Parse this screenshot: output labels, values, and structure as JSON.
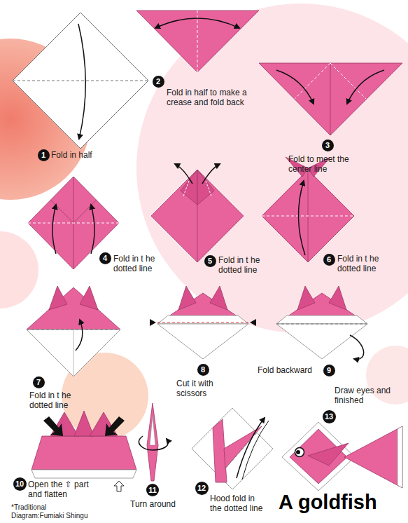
{
  "diagram": {
    "title": "A goldfish",
    "nodes": [
      {
        "text": [
          "1"
        ]
      },
      {
        "text": [
          "2"
        ]
      },
      {
        "text": [
          "3"
        ]
      },
      {
        "text": [
          "4"
        ]
      },
      {
        "text": [
          "5"
        ]
      },
      {
        "text": [
          "6"
        ]
      },
      {
        "text": [
          "7"
        ]
      },
      {
        "text": [
          "8"
        ]
      },
      {
        "text": [
          "9"
        ]
      },
      {
        "text": [
          "10"
        ]
      },
      {
        "text": [
          "11"
        ]
      },
      {
        "text": [
          "12"
        ]
      },
      {
        "text": [
          "13"
        ]
      }
    ],
    "labels": [
      "Fold in half",
      "Fold in half to make a crease and fold back",
      "Fold to meet the center line",
      "Fold in t he dotted line",
      "Fold in t he dotted line",
      "Fold in t he dotted line",
      "Fold in t he dotted line",
      "Cut it with scissors",
      "Fold backward",
      "Draw eyes and finished",
      "Open the ⇧ part and flatten",
      "*Traditional Diagram:Fumiaki Shingu",
      "Turn around",
      "Hood fold in the dotted line"
    ]
  }
}
